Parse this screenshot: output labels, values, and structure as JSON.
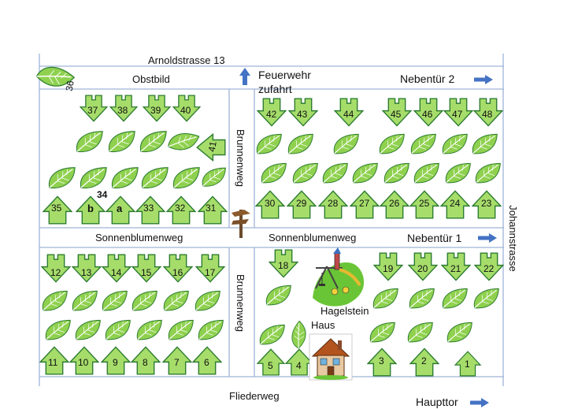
{
  "streets": {
    "arnoldstrasse": "Arnoldstrasse 13",
    "obstbild": "Obstbild",
    "feuerwehr": [
      "Feuerwehr",
      "zufahrt"
    ],
    "nebentuer2": "Nebentür 2",
    "brunnenweg": "Brunnenweg",
    "sonnenblumenweg": "Sonnenblumenweg",
    "nebentuer1": "Nebentür 1",
    "johannstrasse": "Johannstrasse",
    "fliederweg": "Fliederweg",
    "haupttor": "Haupttor",
    "playground": "Hagelstein",
    "house": "Haus"
  },
  "labels": {
    "top_left_row": [
      "37",
      "38",
      "39",
      "40"
    ],
    "top_left_bottom_row": [
      "35",
      "b",
      "a",
      "33",
      "32",
      "31"
    ],
    "top_left_extra": [
      "36",
      "41",
      "34"
    ],
    "top_right_row": [
      "42",
      "43",
      "44",
      "45",
      "46",
      "47",
      "48"
    ],
    "top_right_bottom_row": [
      "30",
      "29",
      "28",
      "27",
      "26",
      "25",
      "24",
      "23"
    ],
    "bottom_left_row": [
      "12",
      "13",
      "14",
      "15",
      "16",
      "17"
    ],
    "bottom_left_bottom_row": [
      "11",
      "10",
      "9",
      "8",
      "7",
      "6"
    ],
    "bottom_right_top": [
      "18",
      "19",
      "20",
      "21",
      "22"
    ],
    "bottom_right_bottom": [
      "5",
      "4",
      "3",
      "2",
      "1"
    ]
  },
  "colors": {
    "leaf_fill": "#8fd14f",
    "arrow_fill": "#a6dd6a",
    "outline": "#2e7d32",
    "street_line": "#9fb4d8",
    "direction_arrow": "#4472c4"
  }
}
